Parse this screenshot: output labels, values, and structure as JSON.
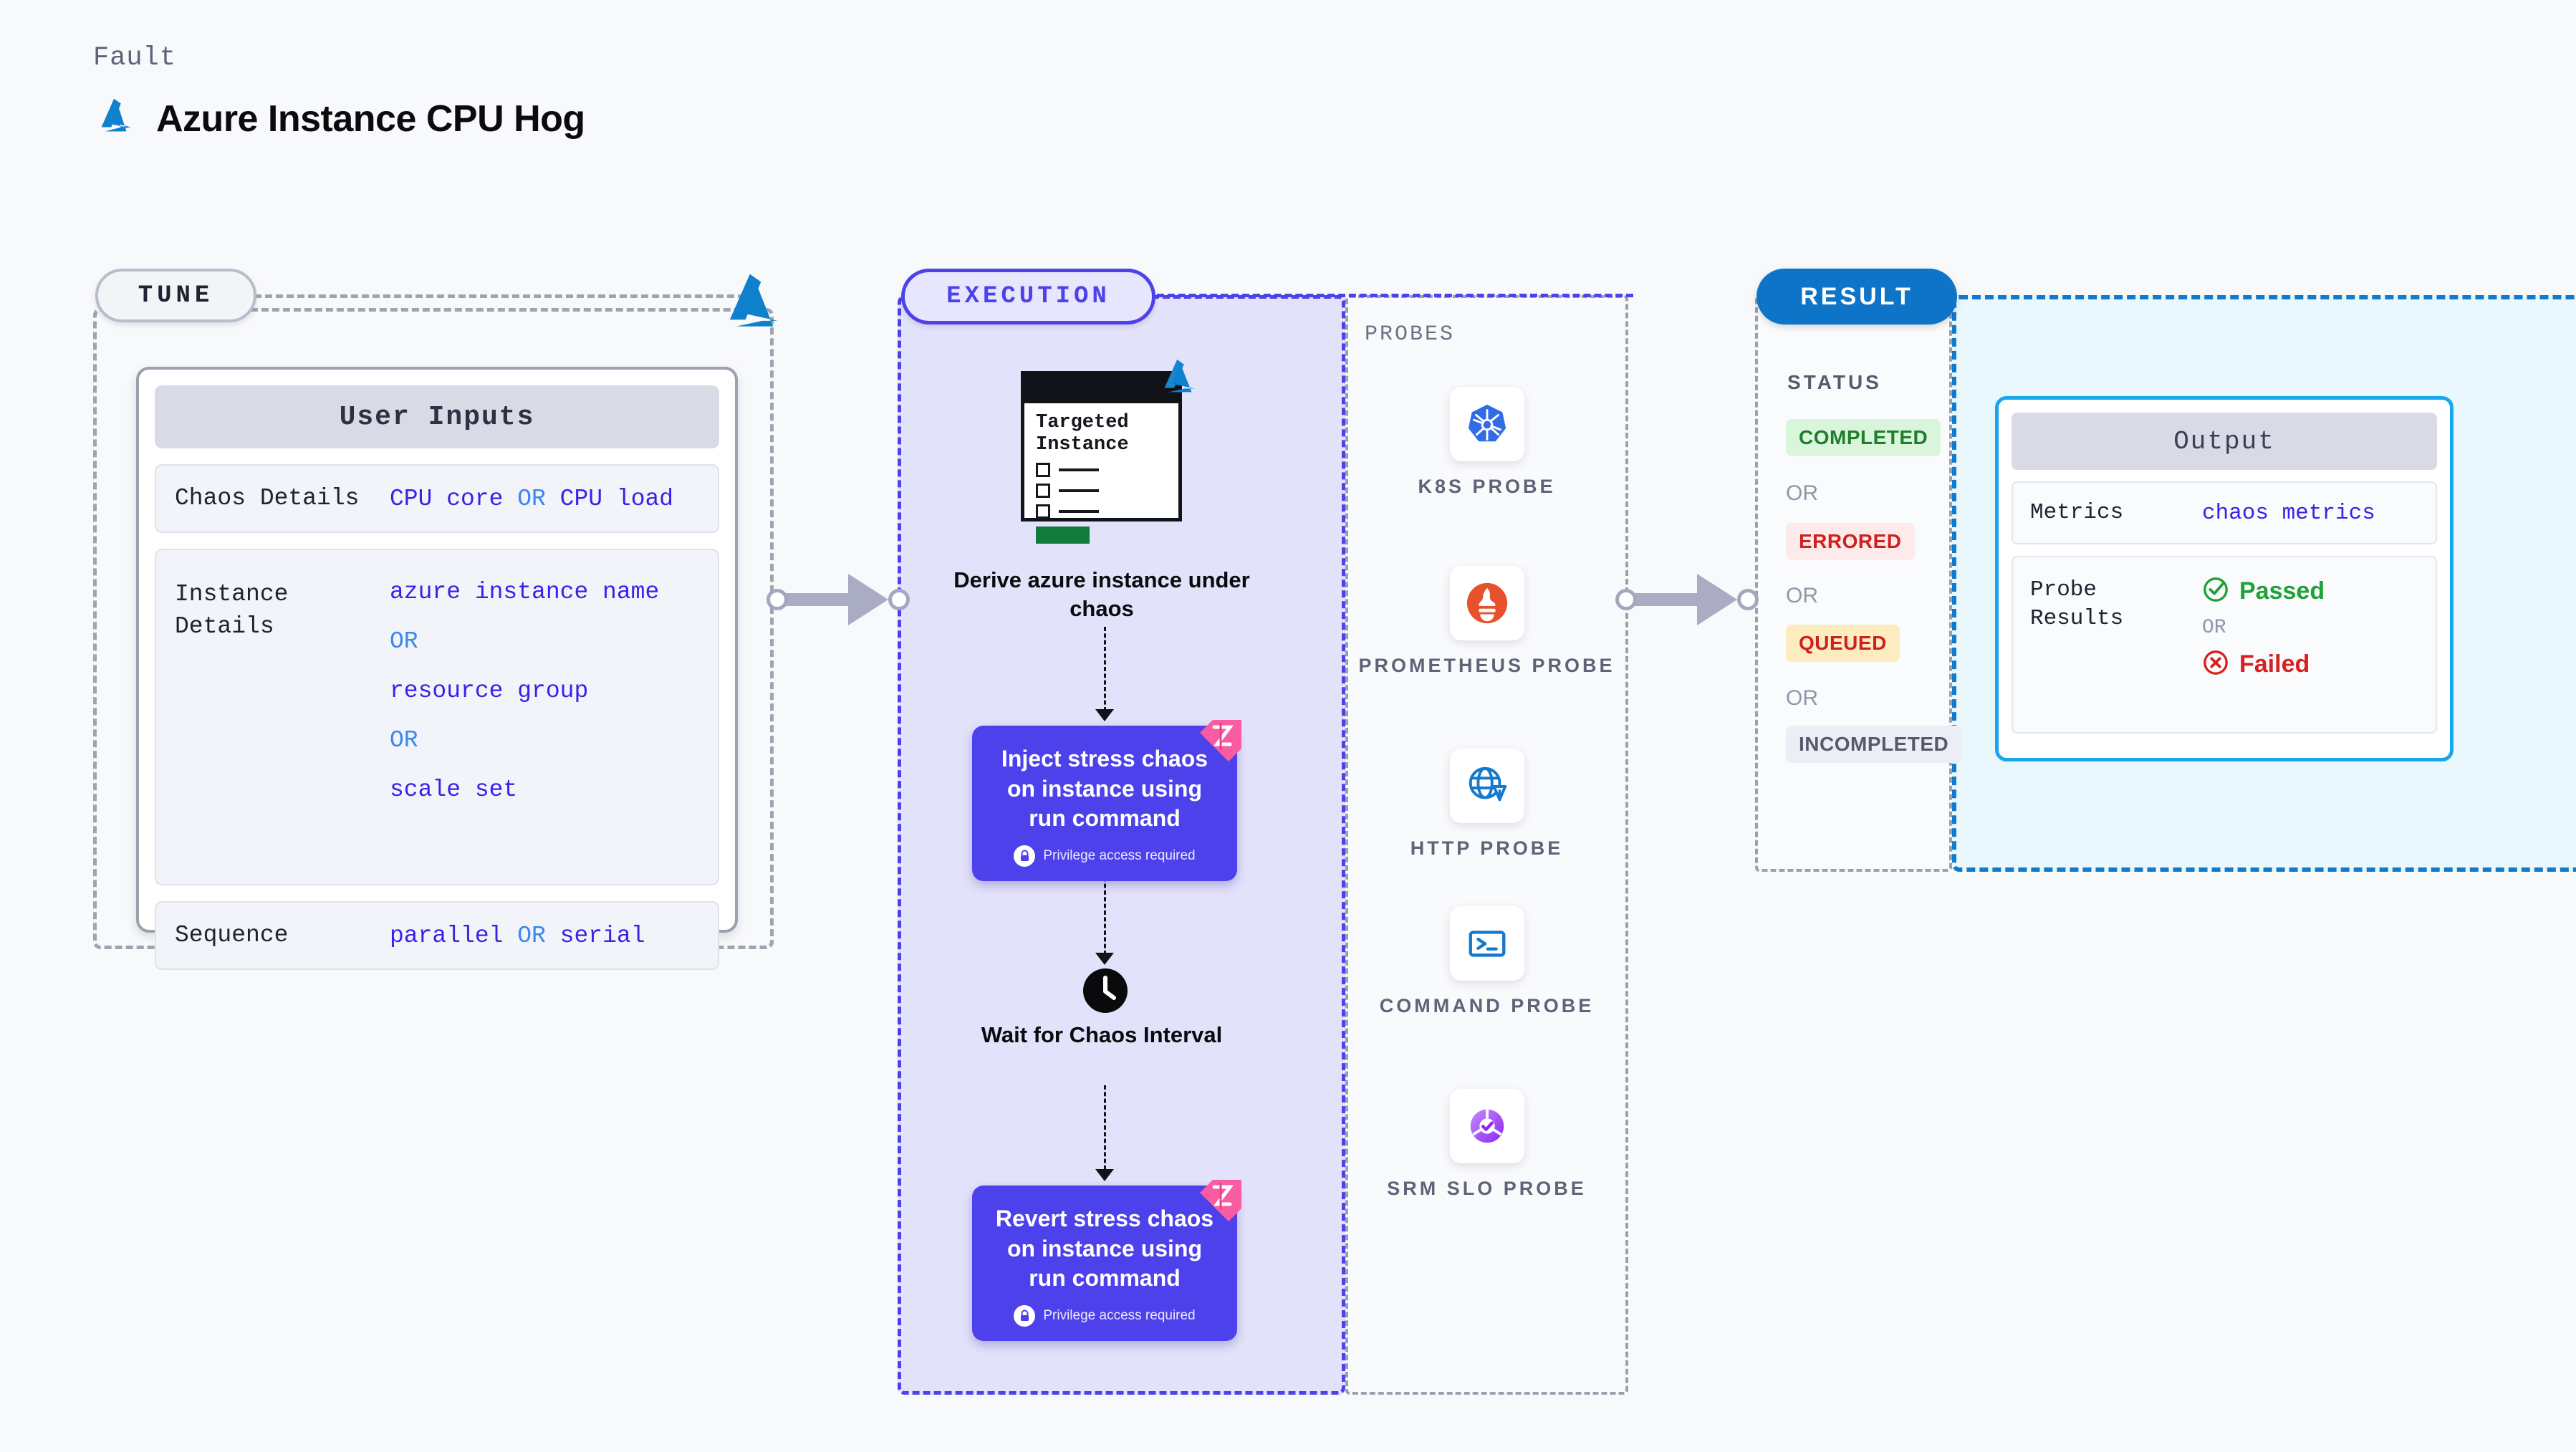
{
  "header": {
    "kicker": "Fault",
    "title": "Azure Instance CPU Hog",
    "logo_icon": "azure-logo-icon"
  },
  "tune": {
    "badge": "TUNE",
    "card_title": "User Inputs",
    "rows": [
      {
        "label": "Chaos Details",
        "values": [
          "CPU core",
          "OR",
          "CPU load"
        ]
      },
      {
        "label": "Instance\nDetails",
        "values": [
          "azure instance name",
          "OR",
          "resource group",
          "OR",
          "scale set"
        ]
      },
      {
        "label": "Sequence",
        "values": [
          "parallel",
          "OR",
          "serial"
        ]
      }
    ],
    "chaos_label": "Chaos Details",
    "chaos_v1": "CPU core",
    "chaos_or": "OR",
    "chaos_v2": "CPU load",
    "instance_label": "Instance Details",
    "instance_v1": "azure instance name",
    "instance_or1": "OR",
    "instance_v2": "resource group",
    "instance_or2": "OR",
    "instance_v3": "scale set",
    "sequence_label": "Sequence",
    "sequence_v1": "parallel",
    "sequence_or": "OR",
    "sequence_v2": "serial"
  },
  "execution": {
    "badge": "EXECUTION",
    "doc_title": "Targeted Instance",
    "step_derive": "Derive azure instance under chaos",
    "card_inject": "Inject stress chaos on instance using run command",
    "card_inject_badge": "Privilege access required",
    "step_wait": "Wait for Chaos Interval",
    "card_revert": "Revert stress chaos on instance using run command",
    "card_revert_badge": "Privilege access required"
  },
  "probes": {
    "title": "PROBES",
    "items": [
      {
        "label": "K8S PROBE",
        "icon": "kubernetes-icon"
      },
      {
        "label": "PROMETHEUS PROBE",
        "icon": "prometheus-icon"
      },
      {
        "label": "HTTP PROBE",
        "icon": "http-globe-warning-icon"
      },
      {
        "label": "COMMAND PROBE",
        "icon": "terminal-icon"
      },
      {
        "label": "SRM SLO PROBE",
        "icon": "srm-slo-icon"
      }
    ]
  },
  "result": {
    "badge": "RESULT",
    "status_title": "STATUS",
    "or_label": "OR",
    "statuses": [
      {
        "label": "COMPLETED",
        "bg": "#d9f6dc",
        "color": "#1f7d2c"
      },
      {
        "label": "ERRORED",
        "bg": "#fdeaea",
        "color": "#cf2020"
      },
      {
        "label": "QUEUED",
        "bg": "#fdecc0",
        "color": "#cf2020"
      },
      {
        "label": "INCOMPLETED",
        "bg": "#eceef5",
        "color": "#555b6d"
      }
    ],
    "output_title": "Output",
    "metrics_label": "Metrics",
    "metrics_value": "chaos metrics",
    "probe_results_label": "Probe Results",
    "passed": "Passed",
    "failed": "Failed",
    "probe_or": "OR"
  },
  "colors": {
    "accent_indigo": "#4c41ea",
    "accent_blue": "#0e74c8",
    "azure_blue": "#0f80cc",
    "value_indigo": "#3b21e8",
    "or_blue": "#3b87f0",
    "ribbon_pink": "#f9599f"
  }
}
